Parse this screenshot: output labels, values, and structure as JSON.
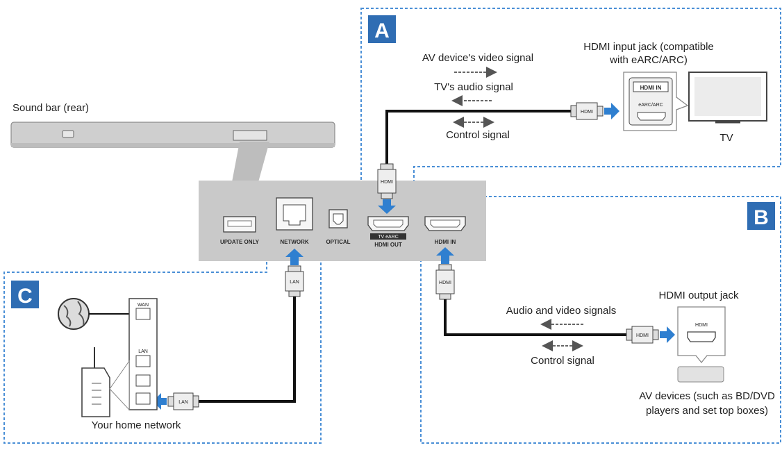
{
  "sections": {
    "a_badge": "A",
    "b_badge": "B",
    "c_badge": "C"
  },
  "soundbar": {
    "label": "Sound bar (rear)",
    "ports": {
      "update_only": "UPDATE ONLY",
      "network": "NETWORK",
      "optical": "OPTICAL",
      "tv_earc": "TV eARC",
      "hdmi_out": "HDMI OUT",
      "hdmi_in": "HDMI IN"
    }
  },
  "section_a": {
    "signal_video": "AV device's video signal",
    "signal_audio": "TV's audio signal",
    "signal_control": "Control signal",
    "jack_label_line1": "HDMI input jack (compatible",
    "jack_label_line2": "with eARC/ARC)",
    "jack_hdmi_in": "HDMI IN",
    "jack_earc": "eARC/ARC",
    "tv_label": "TV",
    "plug_label": "HDMI",
    "plug_label_vertical": "HDMI"
  },
  "section_b": {
    "signal_av": "Audio and video signals",
    "signal_control": "Control signal",
    "jack_label": "HDMI output jack",
    "jack_hdmi": "HDMI",
    "devices_line1": "AV devices (such as BD/DVD",
    "devices_line2": "players and set top boxes)",
    "plug_label": "HDMI",
    "plug_label_vertical": "HDMI"
  },
  "section_c": {
    "network_label": "Your home network",
    "router_wan": "WAN",
    "router_lan": "LAN",
    "plug_label": "LAN",
    "plug_label_vertical": "LAN"
  },
  "colors": {
    "accent_blue": "#2f7fd0",
    "badge_blue": "#2f6db3",
    "dotted_border": "#4a8fd6",
    "cable": "#111111",
    "panel_gray": "#c9c9c9"
  }
}
